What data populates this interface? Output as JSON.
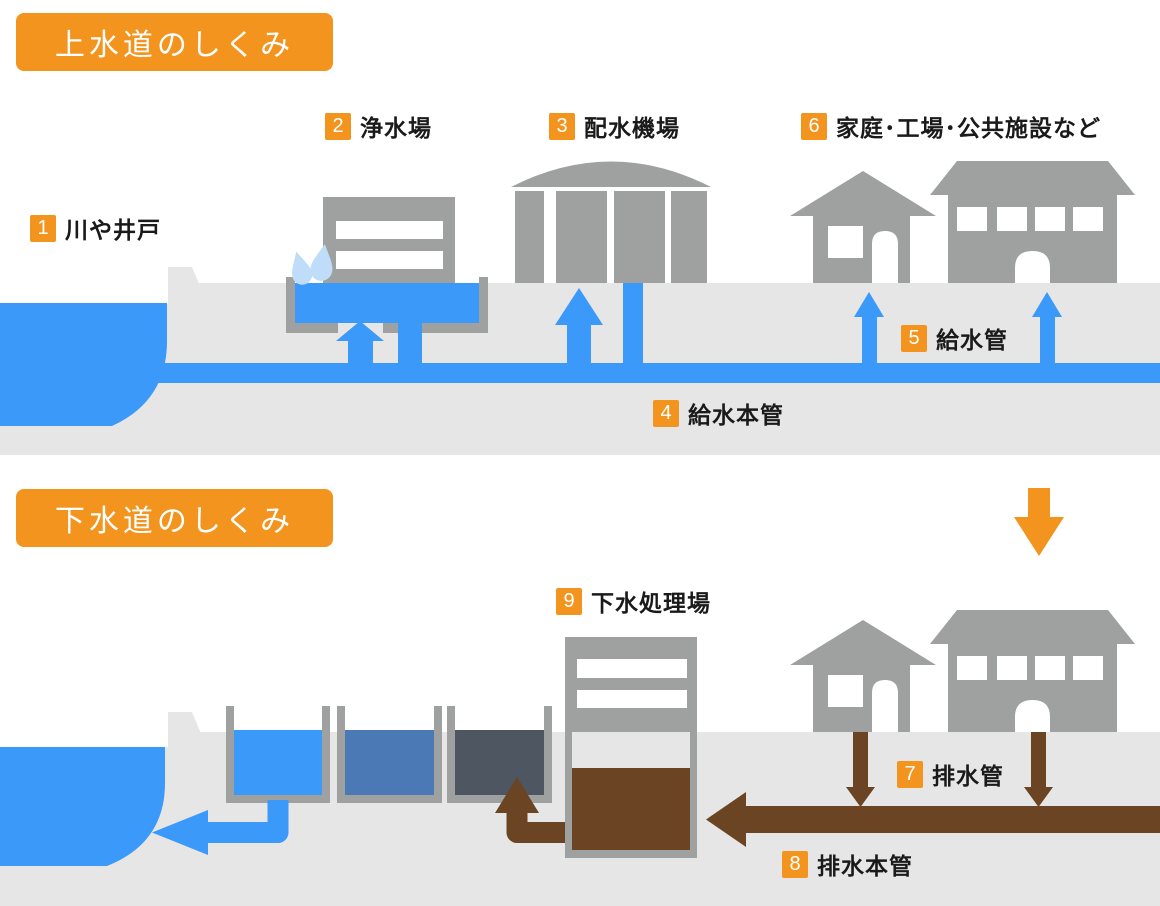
{
  "sections": {
    "water_supply": {
      "title": "上水道のしくみ",
      "labels": [
        {
          "num": "1",
          "text": "川や井戸"
        },
        {
          "num": "2",
          "text": "浄水場"
        },
        {
          "num": "3",
          "text": "配水機場"
        },
        {
          "num": "4",
          "text": "給水本管"
        },
        {
          "num": "5",
          "text": "給水管"
        },
        {
          "num": "6",
          "text": "家庭･工場･公共施設など"
        }
      ]
    },
    "sewerage": {
      "title": "下水道のしくみ",
      "labels": [
        {
          "num": "7",
          "text": "排水管"
        },
        {
          "num": "8",
          "text": "排水本管"
        },
        {
          "num": "9",
          "text": "下水処理場"
        }
      ]
    }
  },
  "icons": [
    "river-icon",
    "purification-plant-icon",
    "distribution-station-icon",
    "house-icon",
    "office-building-icon",
    "sewage-treatment-plant-icon",
    "settling-basin-icon",
    "water-droplet-icon",
    "flow-arrow-icon",
    "section-connector-arrow-icon"
  ],
  "colors": {
    "accent_orange": "#F3941E",
    "water_blue": "#3B99FA",
    "basin_mid_blue": "#4A79B5",
    "basin_dark_gray": "#4D5661",
    "sewage_brown": "#6B4423",
    "structure_gray": "#9FA0A0",
    "ground_gray": "#E6E6E6",
    "droplet_blue": "#BFDCF8",
    "label_text": "#1A1A1A"
  }
}
